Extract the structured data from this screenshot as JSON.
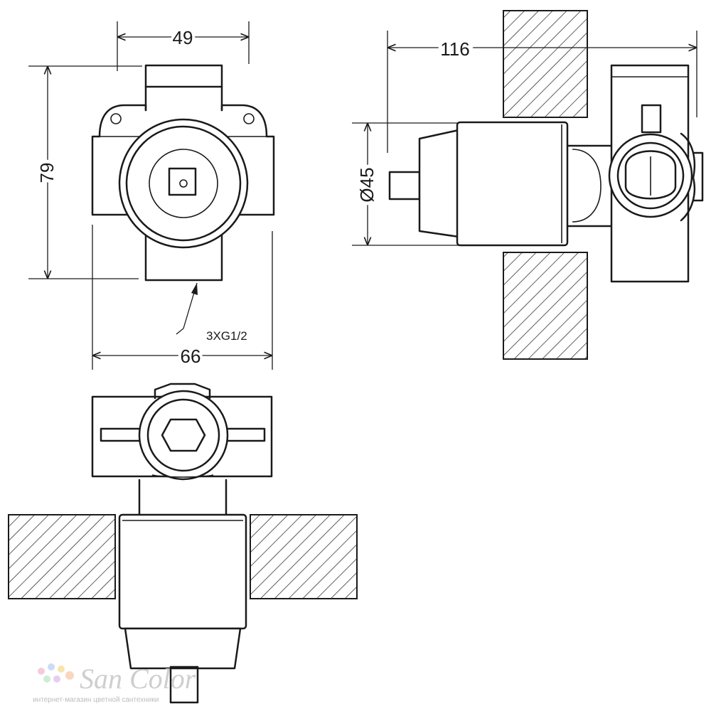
{
  "dimensions": {
    "width_top": "49",
    "height_left": "79",
    "width_bottom": "66",
    "depth_total": "116",
    "diameter": "Ø45"
  },
  "annotations": {
    "thread_spec": "3XG1/2"
  },
  "watermark": {
    "brand": "San Color",
    "tagline": "интернет-магазин цветной сантехники",
    "dot_colors": [
      "#f4c6d8",
      "#c8d8f4",
      "#f7e3a6",
      "#c9ecd0",
      "#e3c9f0",
      "#f9d2b8"
    ]
  }
}
